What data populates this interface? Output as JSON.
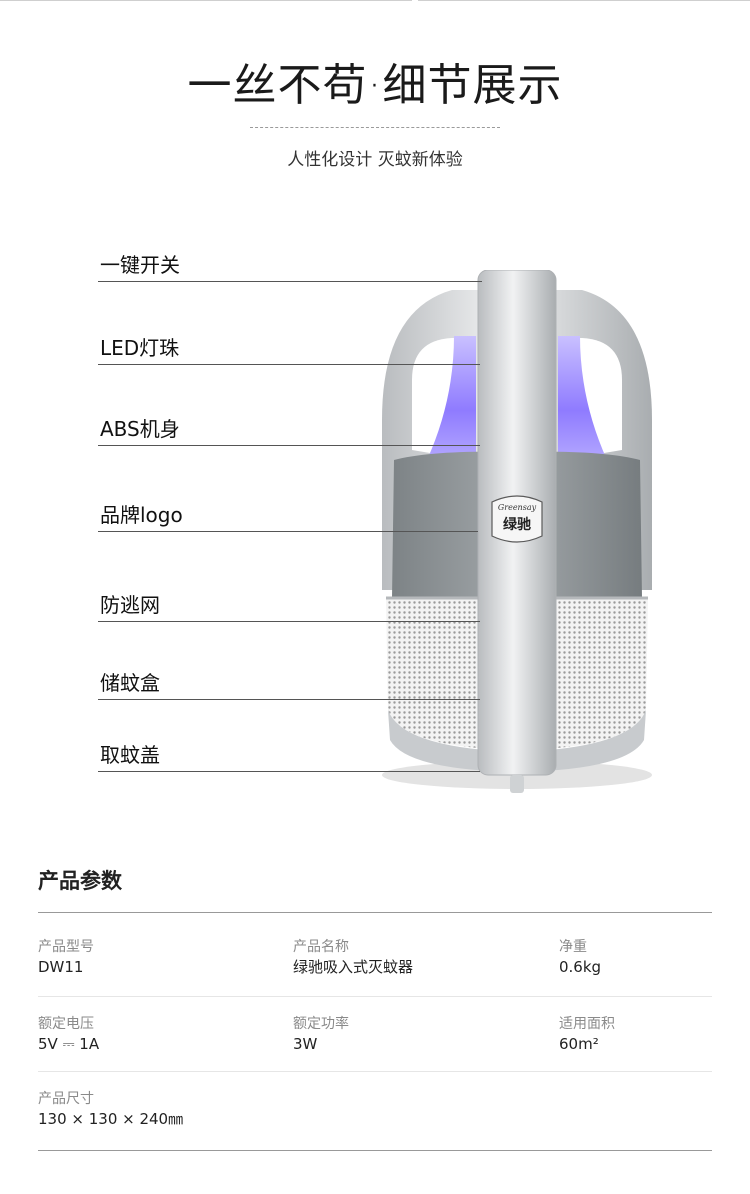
{
  "header": {
    "title": "一丝不苟·细节展示",
    "subtitle": "人性化设计 灭蚊新体验"
  },
  "product": {
    "logo_text_top": "Greensay",
    "logo_text_main": "绿驰"
  },
  "callouts": [
    {
      "label": "一键开关"
    },
    {
      "label": "LED灯珠"
    },
    {
      "label": "ABS机身"
    },
    {
      "label": "品牌logo"
    },
    {
      "label": "防逃网"
    },
    {
      "label": "储蚊盒"
    },
    {
      "label": "取蚊盖"
    }
  ],
  "params": {
    "title": "产品参数",
    "items": [
      {
        "label": "产品型号",
        "value": "DW11"
      },
      {
        "label": "产品名称",
        "value": "绿驰吸入式灭蚊器"
      },
      {
        "label": "净重",
        "value": "0.6kg"
      },
      {
        "label": "额定电压",
        "value": "5V ⎓ 1A"
      },
      {
        "label": "额定功率",
        "value": "3W"
      },
      {
        "label": "适用面积",
        "value": "60m²"
      },
      {
        "label": "产品尺寸",
        "value": "130 × 130 × 240㎜"
      }
    ]
  },
  "colors": {
    "body_grey": "#8e9497",
    "silver": "#d6d8da",
    "led_purple": "#8f7bff"
  }
}
